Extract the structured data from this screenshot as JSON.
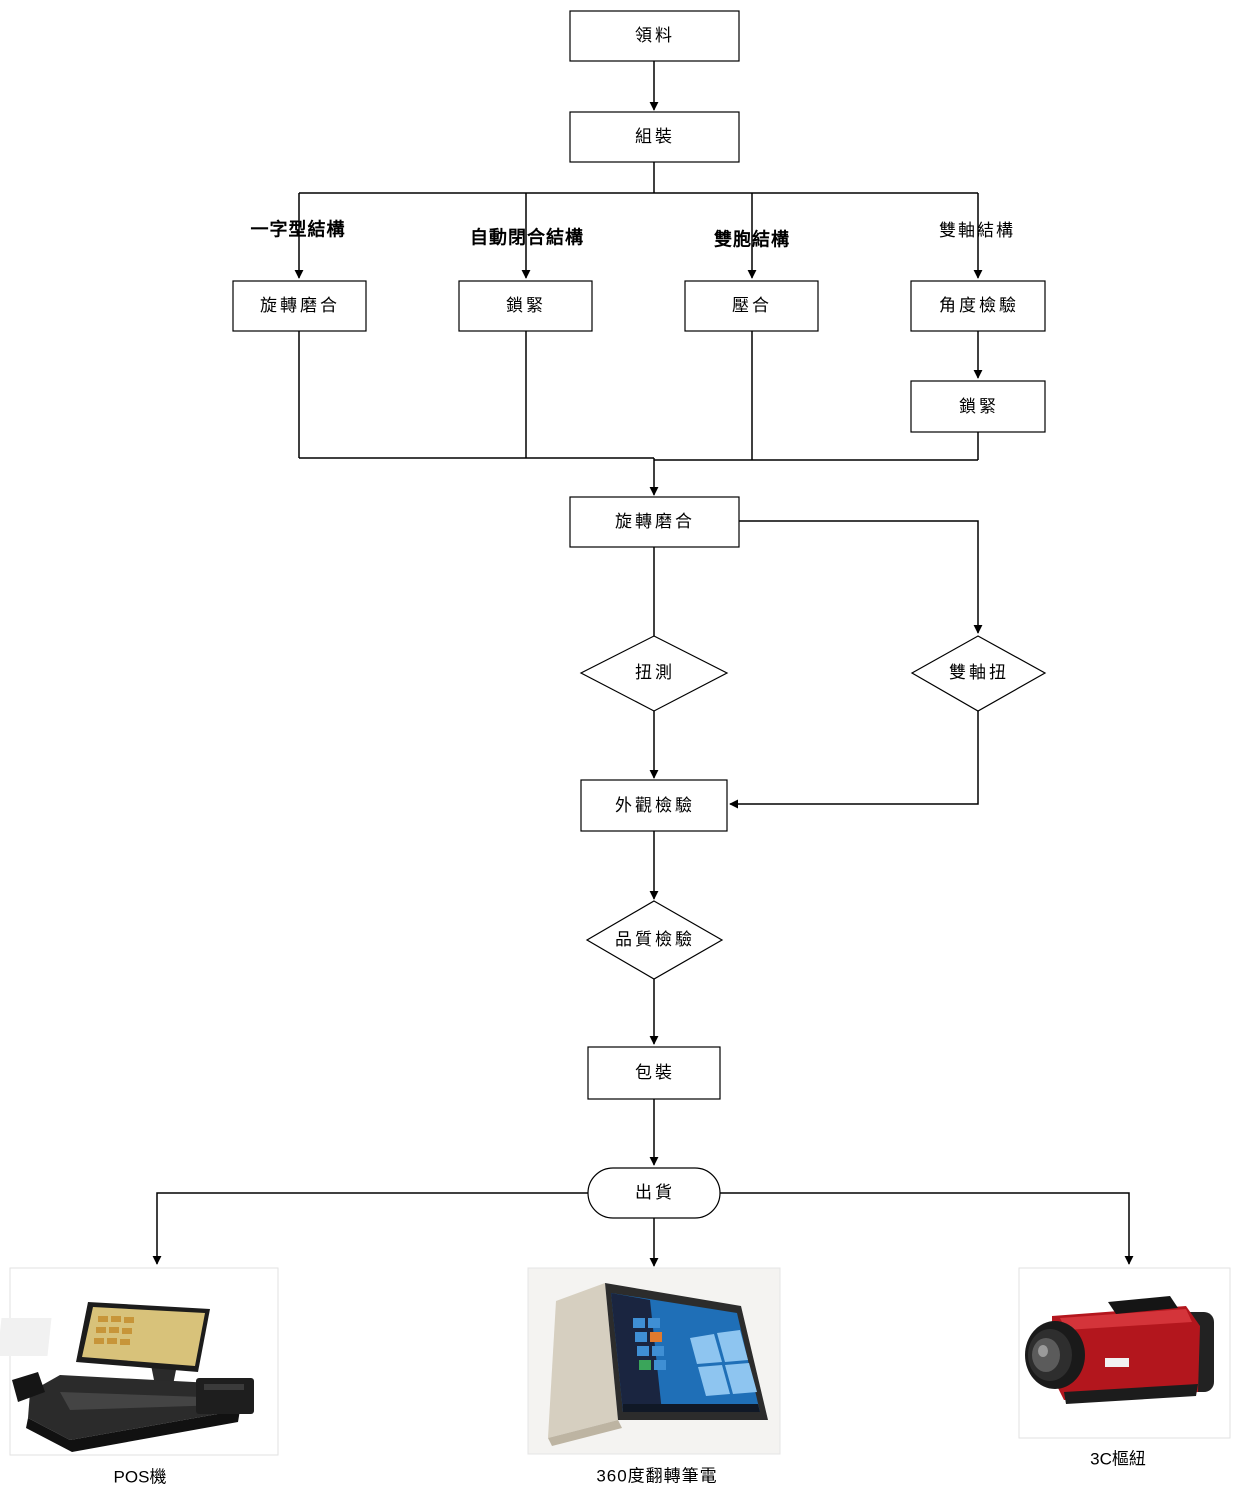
{
  "diagram": {
    "steps": {
      "receive_material": "領料",
      "assemble": "組裝",
      "rotate_grind_1": "旋轉磨合",
      "lock_1": "鎖緊",
      "press_fit": "壓合",
      "angle_inspect": "角度檢驗",
      "lock_2": "鎖緊",
      "rotate_grind_main": "旋轉磨合",
      "torque_test": "扭測",
      "dual_axis_torque": "雙軸扭",
      "visual_inspect": "外觀檢驗",
      "quality_inspect": "品質檢驗",
      "packaging": "包裝",
      "ship": "出貨"
    },
    "branches": {
      "straight_structure": "一字型結構",
      "auto_close_structure": "自動閉合結構",
      "twin_structure": "雙胞結構",
      "dual_axis_structure": "雙軸結構"
    },
    "products": [
      {
        "caption": "POS機",
        "icon": "pos-terminal-image"
      },
      {
        "caption": "360度翻轉筆電",
        "icon": "convertible-laptop-image"
      },
      {
        "caption": "3C樞紐",
        "icon": "camcorder-image"
      }
    ]
  },
  "colors": {
    "line": "#000000",
    "box_fill": "#ffffff",
    "camcorder_red": "#b3161d",
    "laptop_silver": "#d8d3c8",
    "screen_blue": "#1f6fb7"
  }
}
